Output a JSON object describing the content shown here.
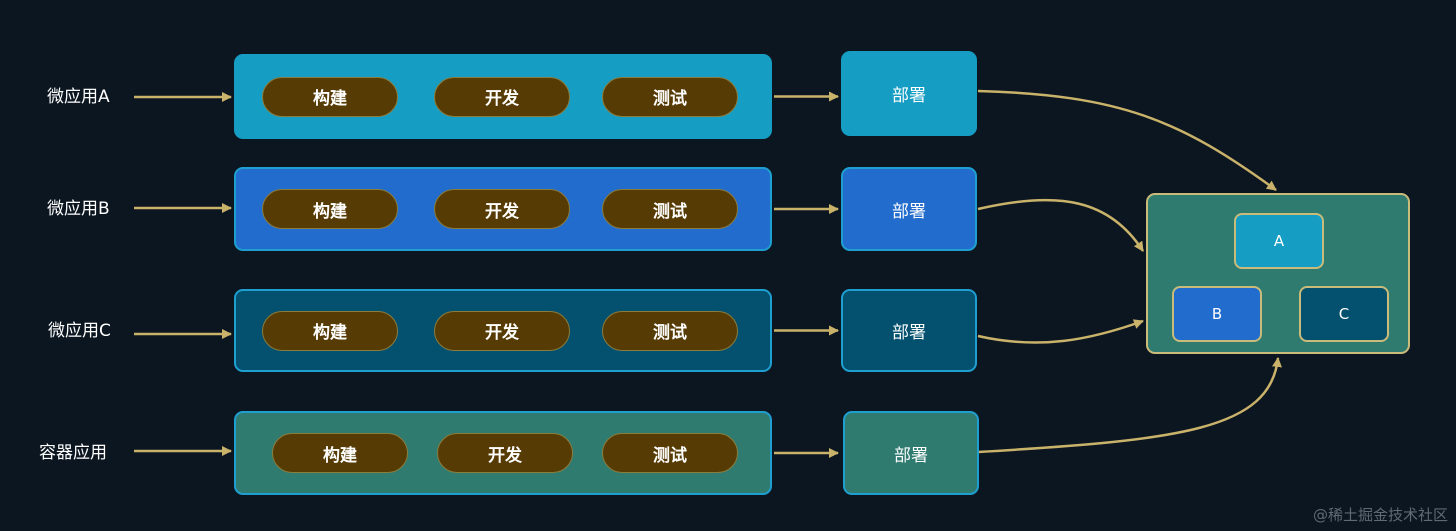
{
  "rows": [
    {
      "label": "微应用A",
      "steps": [
        "构建",
        "开发",
        "测试"
      ],
      "deploy": "部署",
      "fill": "#169dc3",
      "border": "#169dc3"
    },
    {
      "label": "微应用B",
      "steps": [
        "构建",
        "开发",
        "测试"
      ],
      "deploy": "部署",
      "fill": "#226ccd",
      "border": "#1f9fd0"
    },
    {
      "label": "微应用C",
      "steps": [
        "构建",
        "开发",
        "测试"
      ],
      "deploy": "部署",
      "fill": "#03506f",
      "border": "#1f9fd0"
    },
    {
      "label": "容器应用",
      "steps": [
        "构建",
        "开发",
        "测试"
      ],
      "deploy": "部署",
      "fill": "#2f7b70",
      "border": "#1f9fd0"
    }
  ],
  "container": {
    "apps": [
      {
        "label": "A",
        "fill": "#169dc3"
      },
      {
        "label": "B",
        "fill": "#226ccd"
      },
      {
        "label": "C",
        "fill": "#03506f"
      }
    ]
  },
  "colors": {
    "arrow": "#c9b26a",
    "pill": "#573b04",
    "container_border": "#c9bb7a"
  },
  "watermark": "@稀土掘金技术社区"
}
